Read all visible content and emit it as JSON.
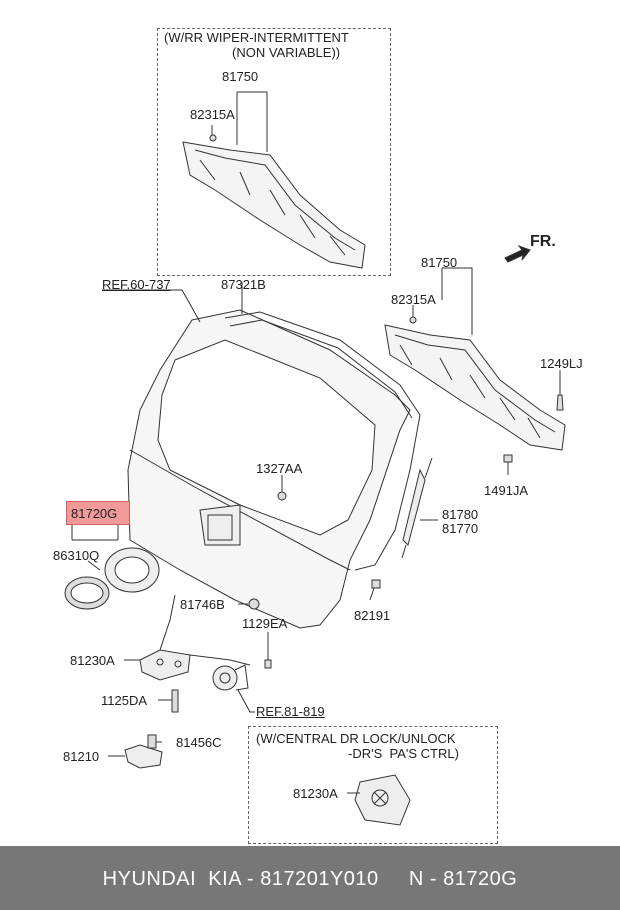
{
  "insets": {
    "wiper": {
      "line1": "(W/RR WIPER-INTERMITTENT",
      "line2": "(NON VARIABLE))"
    },
    "central_lock": {
      "line1": "(W/CENTRAL DR LOCK/UNLOCK",
      "line2": "-DR'S  PA'S CTRL)"
    }
  },
  "direction": "FR.",
  "labels": {
    "p81750_top": "81750",
    "p82315a_top": "82315A",
    "ref_60_737": "REF.60-737",
    "p87321b": "87321B",
    "p81750_right": "81750",
    "p82315a_right": "82315A",
    "p1249lj": "1249LJ",
    "p1327aa": "1327AA",
    "p1491ja": "1491JA",
    "p81720g": "81720G",
    "p86310q": "86310Q",
    "p81780": "81780",
    "p81770": "81770",
    "p81746b": "81746B",
    "p82191": "82191",
    "p1129ea": "1129EA",
    "p81230a": "81230A",
    "p1125da": "1125DA",
    "ref_81_819": "REF.81-819",
    "p81210": "81210",
    "p81456c": "81456C",
    "p81230a_inset": "81230A"
  },
  "footer": "HYUNDAI  KIA - 817201Y010     N - 81720G",
  "colors": {
    "highlight": "#f29a9a",
    "footer_bg": "#777777",
    "line": "#333333"
  }
}
